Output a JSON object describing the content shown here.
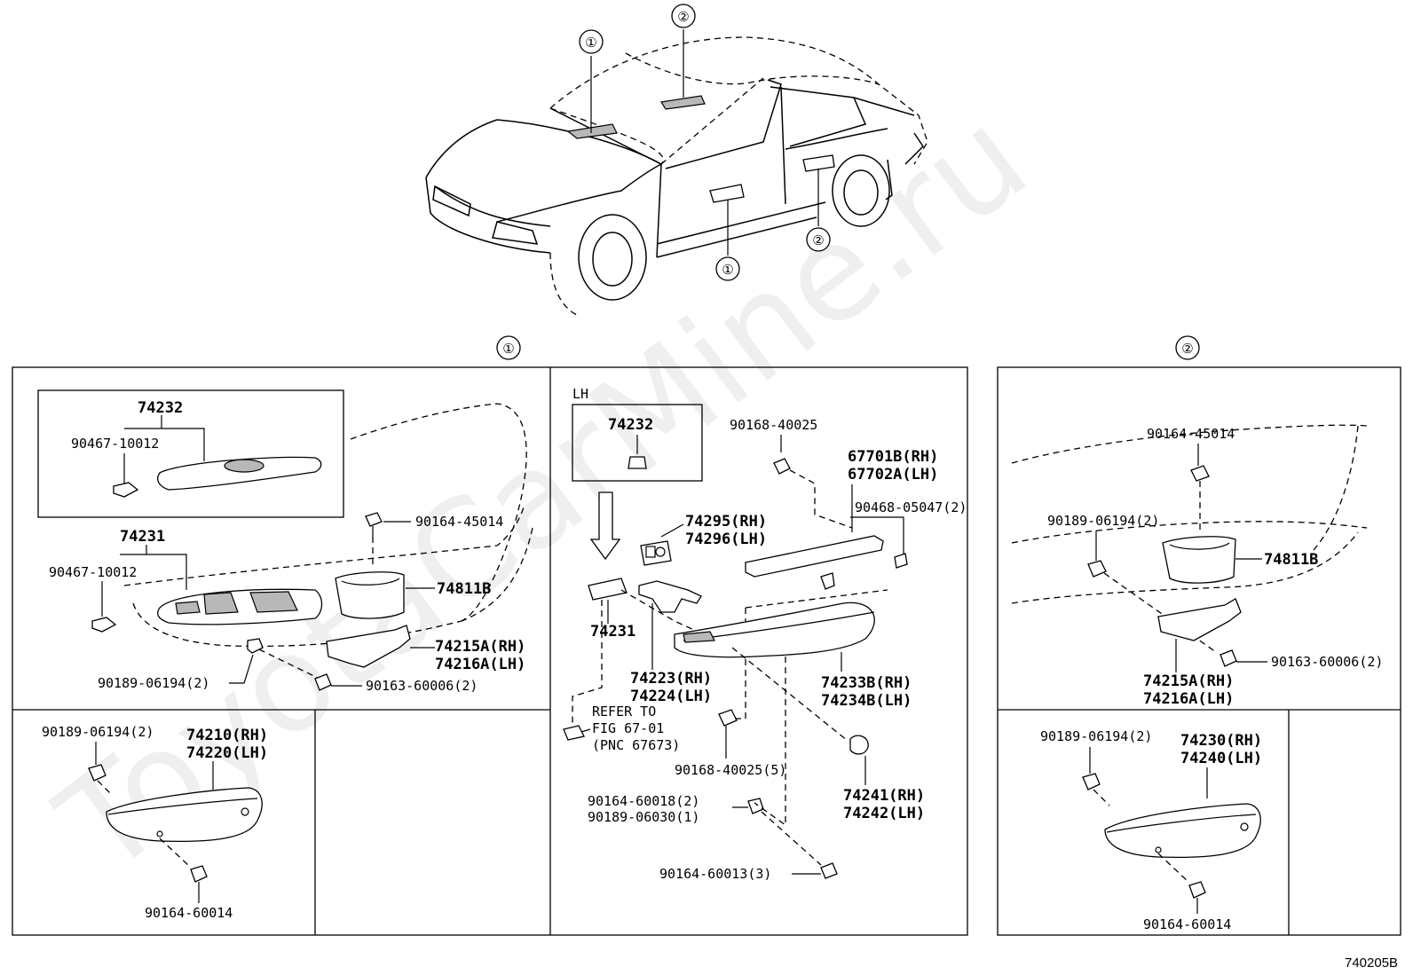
{
  "callouts": {
    "one": "①",
    "two": "②"
  },
  "watermark": "ToyotaCarMine.ru",
  "figure_code": "740205B",
  "panel1": {
    "labels": {
      "p74232": "74232",
      "p90467a": "90467-10012",
      "p74231": "74231",
      "p90467b": "90467-10012",
      "p90164_45014": "90164-45014",
      "p74811B": "74811B",
      "p74215A": "74215A(RH)",
      "p74216A": "74216A(LH)",
      "p90189": "90189-06194(2)",
      "p90163": "90163-60006(2)"
    }
  },
  "panel1b": {
    "labels": {
      "p90189": "90189-06194(2)",
      "p74210": "74210(RH)",
      "p74220": "74220(LH)",
      "p90164": "90164-60014"
    }
  },
  "panel_mid": {
    "labels": {
      "lh": "LH",
      "p74232": "74232",
      "p90168a": "90168-40025",
      "p67701B": "67701B(RH)",
      "p67702A": "67702A(LH)",
      "p90468": "90468-05047(2)",
      "p74295": "74295(RH)",
      "p74296": "74296(LH)",
      "p74231": "74231",
      "p74223": "74223(RH)",
      "p74224": "74224(LH)",
      "p74233B": "74233B(RH)",
      "p74234B": "74234B(LH)",
      "refer1": "REFER TO",
      "refer2": "FIG 67-01",
      "refer3": "(PNC 67673)",
      "p90168b": "90168-40025(5)",
      "p74241": "74241(RH)",
      "p74242": "74242(LH)",
      "p90164_18": "90164-60018(2)",
      "p90189_30": "90189-06030(1)",
      "p90164_13": "90164-60013(3)"
    }
  },
  "panel2": {
    "labels": {
      "p90164": "90164-45014",
      "p90189": "90189-06194(2)",
      "p74811B": "74811B",
      "p90163": "90163-60006(2)",
      "p74215A": "74215A(RH)",
      "p74216A": "74216A(LH)"
    }
  },
  "panel2b": {
    "labels": {
      "p90189": "90189-06194(2)",
      "p74230": "74230(RH)",
      "p74240": "74240(LH)",
      "p90164": "90164-60014"
    }
  }
}
